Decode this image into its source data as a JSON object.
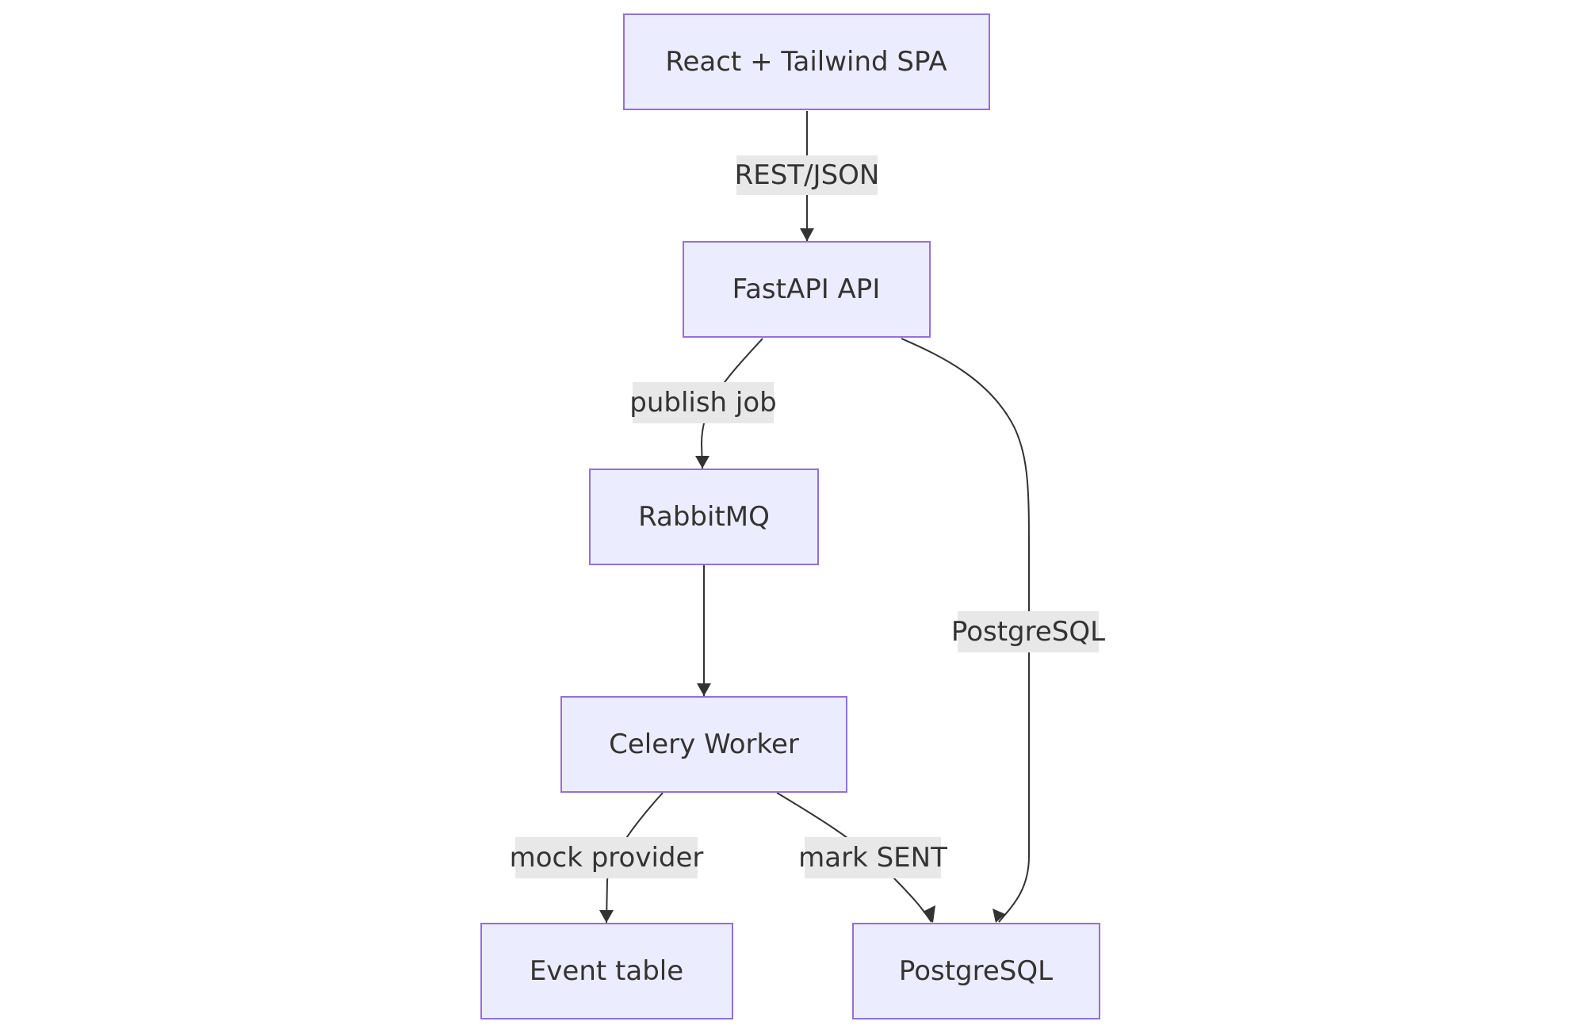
{
  "nodes": {
    "spa": {
      "label": "React + Tailwind SPA"
    },
    "api": {
      "label": "FastAPI API"
    },
    "rabbitmq": {
      "label": "RabbitMQ"
    },
    "worker": {
      "label": "Celery Worker"
    },
    "event_table": {
      "label": "Event table"
    },
    "postgres": {
      "label": "PostgreSQL"
    }
  },
  "edges": {
    "spa_api": {
      "from": "spa",
      "to": "api",
      "label": "REST/JSON"
    },
    "api_rabbitmq": {
      "from": "api",
      "to": "rabbitmq",
      "label": "publish job"
    },
    "api_postgres": {
      "from": "api",
      "to": "postgres",
      "label": "PostgreSQL"
    },
    "rabbitmq_worker": {
      "from": "rabbitmq",
      "to": "worker",
      "label": ""
    },
    "worker_event": {
      "from": "worker",
      "to": "event_table",
      "label": "mock provider"
    },
    "worker_postgres": {
      "from": "worker",
      "to": "postgres",
      "label": "mark SENT"
    }
  },
  "colors": {
    "node_fill": "#ececff",
    "node_stroke": "#9370db",
    "edge_stroke": "#333333",
    "label_background": "#e8e8e8",
    "text": "#333333"
  }
}
